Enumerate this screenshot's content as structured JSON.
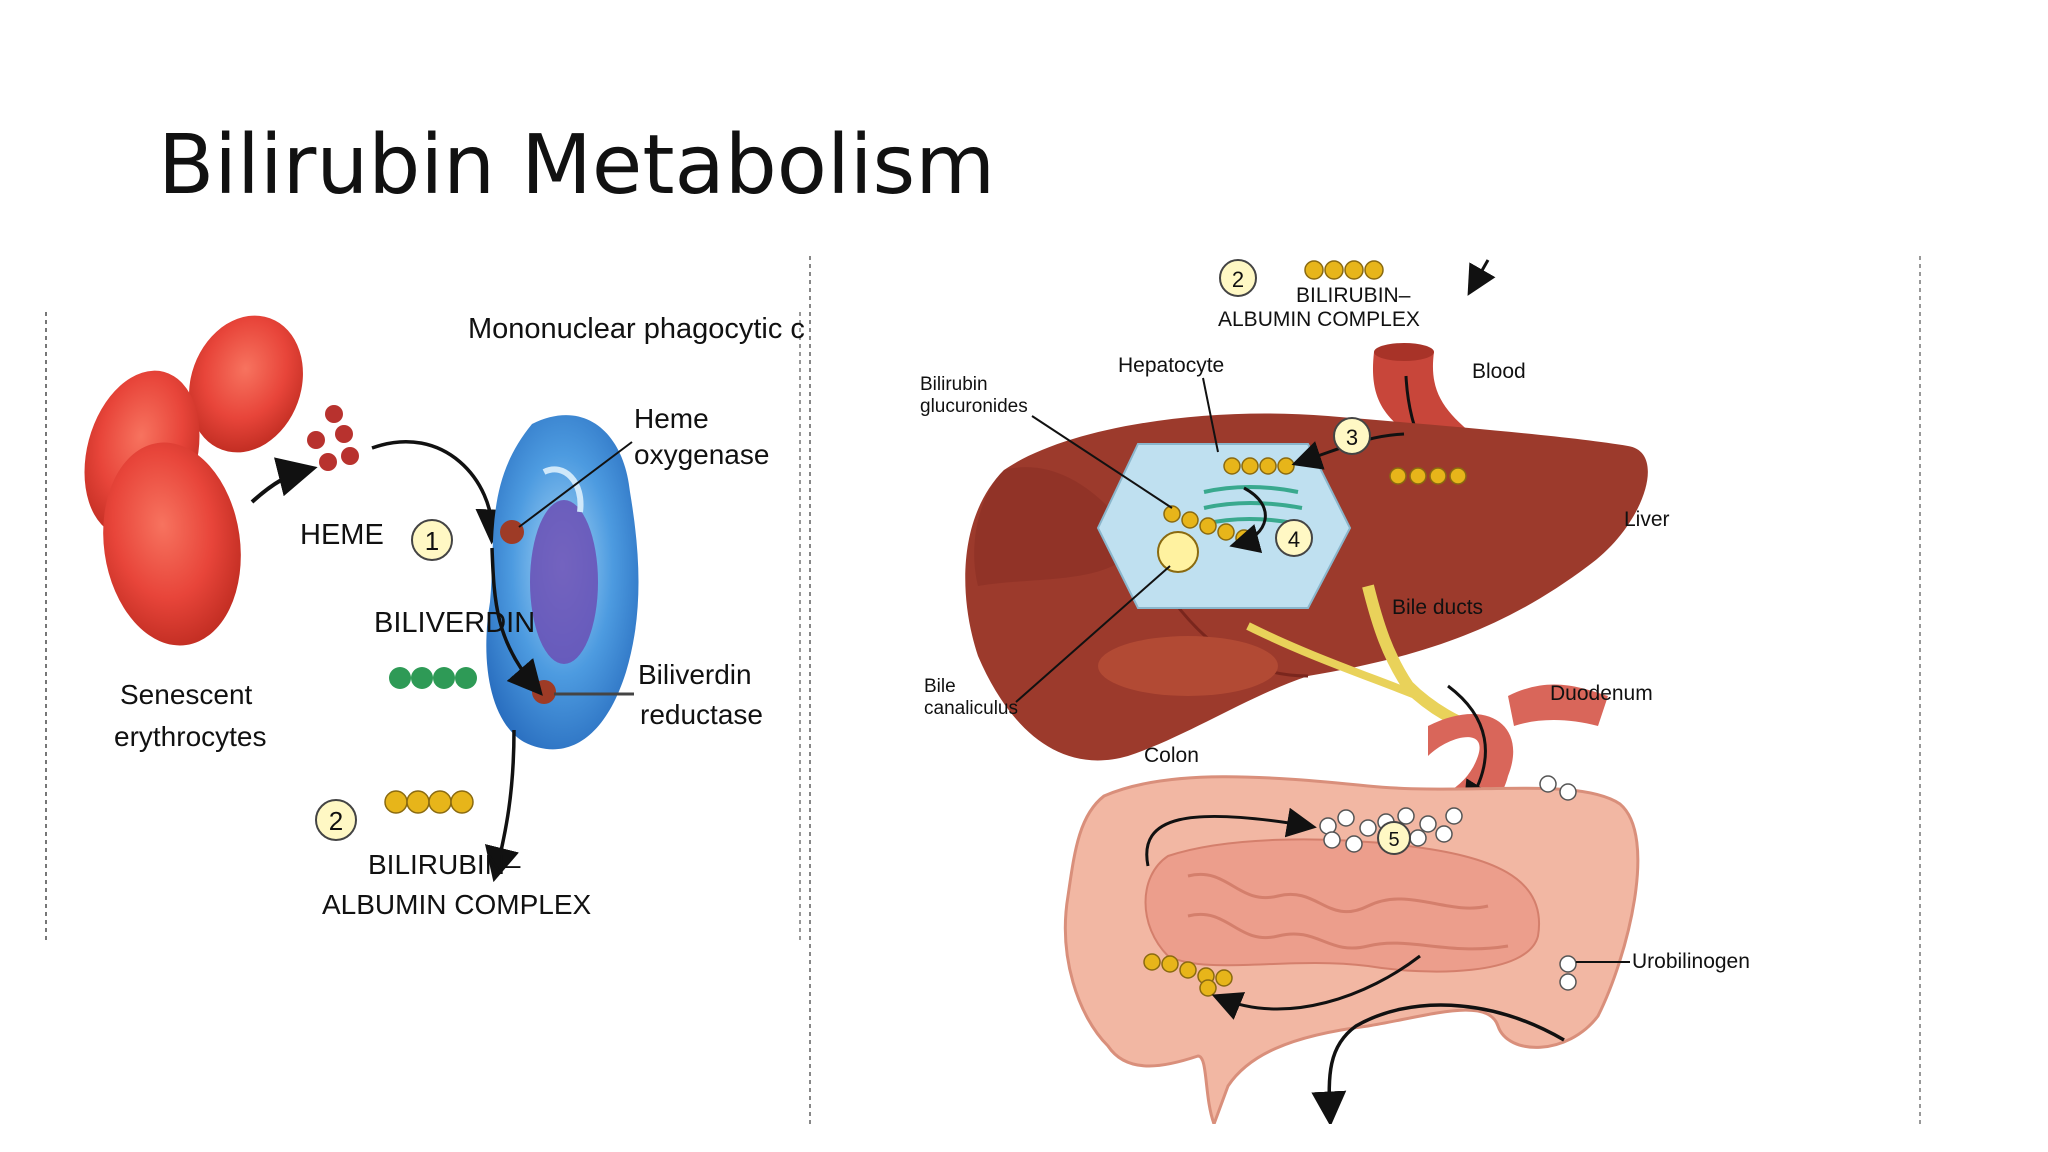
{
  "slide": {
    "title": "Bilirubin Metabolism"
  },
  "left_diagram": {
    "cell_title": "Mononuclear phagocytic cell",
    "heme_oxygenase_1": "Heme",
    "heme_oxygenase_2": "oxygenase",
    "heme": "HEME",
    "step1": "1",
    "biliverdin": "BILIVERDIN",
    "biliverdin_reductase_1": "Biliverdin",
    "biliverdin_reductase_2": "reductase",
    "senescent_1": "Senescent",
    "senescent_2": "erythrocytes",
    "step2": "2",
    "complex_1": "BILIRUBIN–",
    "complex_2": "ALBUMIN COMPLEX"
  },
  "right_diagram": {
    "step2": "2",
    "complex_1": "BILIRUBIN–",
    "complex_2": "ALBUMIN COMPLEX",
    "hepatocyte": "Hepatocyte",
    "blood": "Blood",
    "glucuronides_1": "Bilirubin",
    "glucuronides_2": "glucuronides",
    "step3": "3",
    "step4": "4",
    "liver": "Liver",
    "bile_ducts": "Bile ducts",
    "canaliculus_1": "Bile",
    "canaliculus_2": "canaliculus",
    "duodenum": "Duodenum",
    "colon": "Colon",
    "step5": "5",
    "urobilinogen": "Urobilinogen"
  },
  "colors": {
    "rbc": "#e8453a",
    "heme": "#b8322e",
    "cell": "#3d8fd8",
    "nucleus": "#6a4fb5",
    "biliverdin": "#2e9a56",
    "bilirubin": "#e7b51a",
    "liver": "#9c3a2c",
    "intestine": "#f2b7a3"
  }
}
